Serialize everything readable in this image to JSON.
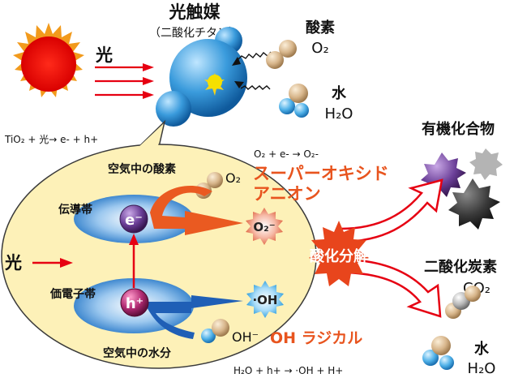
{
  "title": {
    "name": "光触媒",
    "sub": "（二酸化チタン）"
  },
  "light_label_top": "光",
  "light_label_left": "光",
  "oxygen": {
    "name": "酸素",
    "formula": "O₂"
  },
  "water_top": {
    "name": "水",
    "formula": "H₂O"
  },
  "equation_tio2": "TiO₂ + 光→ e- + h+",
  "equation_o2": "O₂ + e- → O₂-",
  "superoxide_label": [
    "スーパーオキシド",
    "アニオン"
  ],
  "organic_label": "有機化合物",
  "air_oxygen_label": "空気中の酸素",
  "o2_small": "O₂",
  "conduction_band": "伝導帯",
  "valence_band": "価電子帯",
  "electron": "e⁻",
  "hole": "h⁺",
  "superoxide_symbol": "O₂⁻",
  "oxidation_label": "酸化分解",
  "hydroxyl_symbol": "·OH",
  "hydroxide_symbol": "OH⁻",
  "oh_radical_label": "OH ラジカル",
  "air_water_label": "空気中の水分",
  "equation_h2o": "H₂O + h+ → ·OH + H+",
  "co2": {
    "name": "二酸化炭素",
    "formula": "CO₂"
  },
  "water_bottom": {
    "name": "水",
    "formula": "H₂O"
  },
  "colors": {
    "red_arrow": "#e60012",
    "orange_text": "#e8541e",
    "blue_ball": "#2f8fd0",
    "yellow_bubble": "#fdf1b8",
    "explosion": "#e8451c",
    "purple_gear": "#5a3d6e"
  }
}
